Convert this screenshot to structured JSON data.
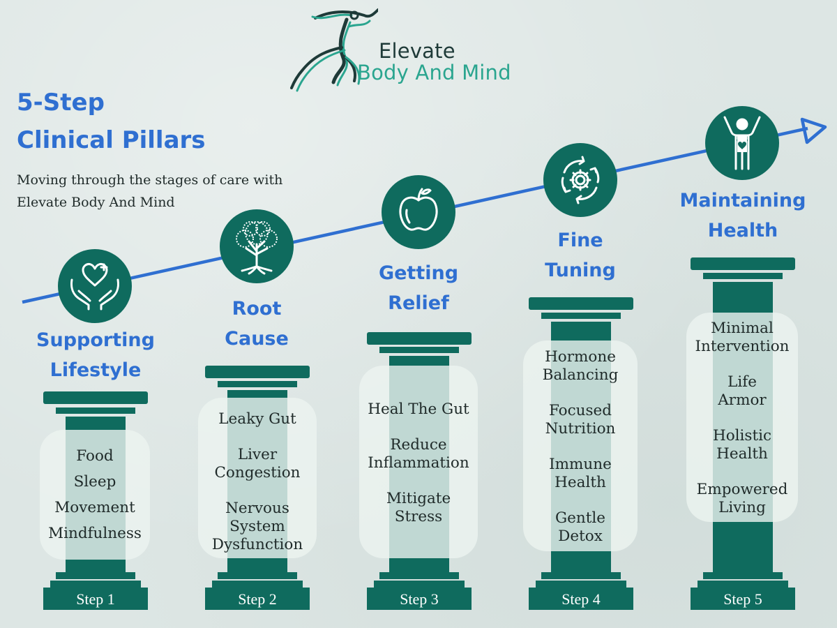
{
  "logo": {
    "line1": "Elevate",
    "line2": "Body And Mind",
    "icon": "runner-logo-icon"
  },
  "heading": {
    "line1": "5-Step",
    "line2": "Clinical Pillars"
  },
  "subtitle": {
    "line1": "Moving through the stages of care with",
    "line2": "Elevate Body And Mind"
  },
  "colors": {
    "accent_blue": "#2f6fd1",
    "pillar_green": "#0f6b5e",
    "logo_teal": "#2aa58f",
    "background": "#dde6e4"
  },
  "steps": [
    {
      "title": [
        "Supporting",
        "Lifestyle"
      ],
      "icon": "heart-hands-icon",
      "items": [
        [
          "Food"
        ],
        [
          "Sleep"
        ],
        [
          "Movement"
        ],
        [
          "Mindfulness"
        ]
      ],
      "step_label": "Step 1"
    },
    {
      "title": [
        "Root",
        "Cause"
      ],
      "icon": "tree-roots-icon",
      "items": [
        [
          "Leaky Gut"
        ],
        [
          "Liver",
          "Congestion"
        ],
        [
          "Nervous",
          "System",
          "Dysfunction"
        ]
      ],
      "step_label": "Step 2"
    },
    {
      "title": [
        "Getting",
        "Relief"
      ],
      "icon": "apple-icon",
      "items": [
        [
          "Heal The Gut"
        ],
        [
          "Reduce",
          "Inflammation"
        ],
        [
          "Mitigate",
          "Stress"
        ]
      ],
      "step_label": "Step 3"
    },
    {
      "title": [
        "Fine",
        "Tuning"
      ],
      "icon": "gear-cycle-icon",
      "items": [
        [
          "Hormone",
          "Balancing"
        ],
        [
          "Focused",
          "Nutrition"
        ],
        [
          "Immune",
          "Health"
        ],
        [
          "Gentle",
          "Detox"
        ]
      ],
      "step_label": "Step 4"
    },
    {
      "title": [
        "Maintaining",
        "Health"
      ],
      "icon": "person-heart-icon",
      "items": [
        [
          "Minimal",
          "Intervention"
        ],
        [
          "Life",
          "Armor"
        ],
        [
          "Holistic",
          "Health"
        ],
        [
          "Empowered",
          "Living"
        ]
      ],
      "step_label": "Step 5"
    }
  ]
}
